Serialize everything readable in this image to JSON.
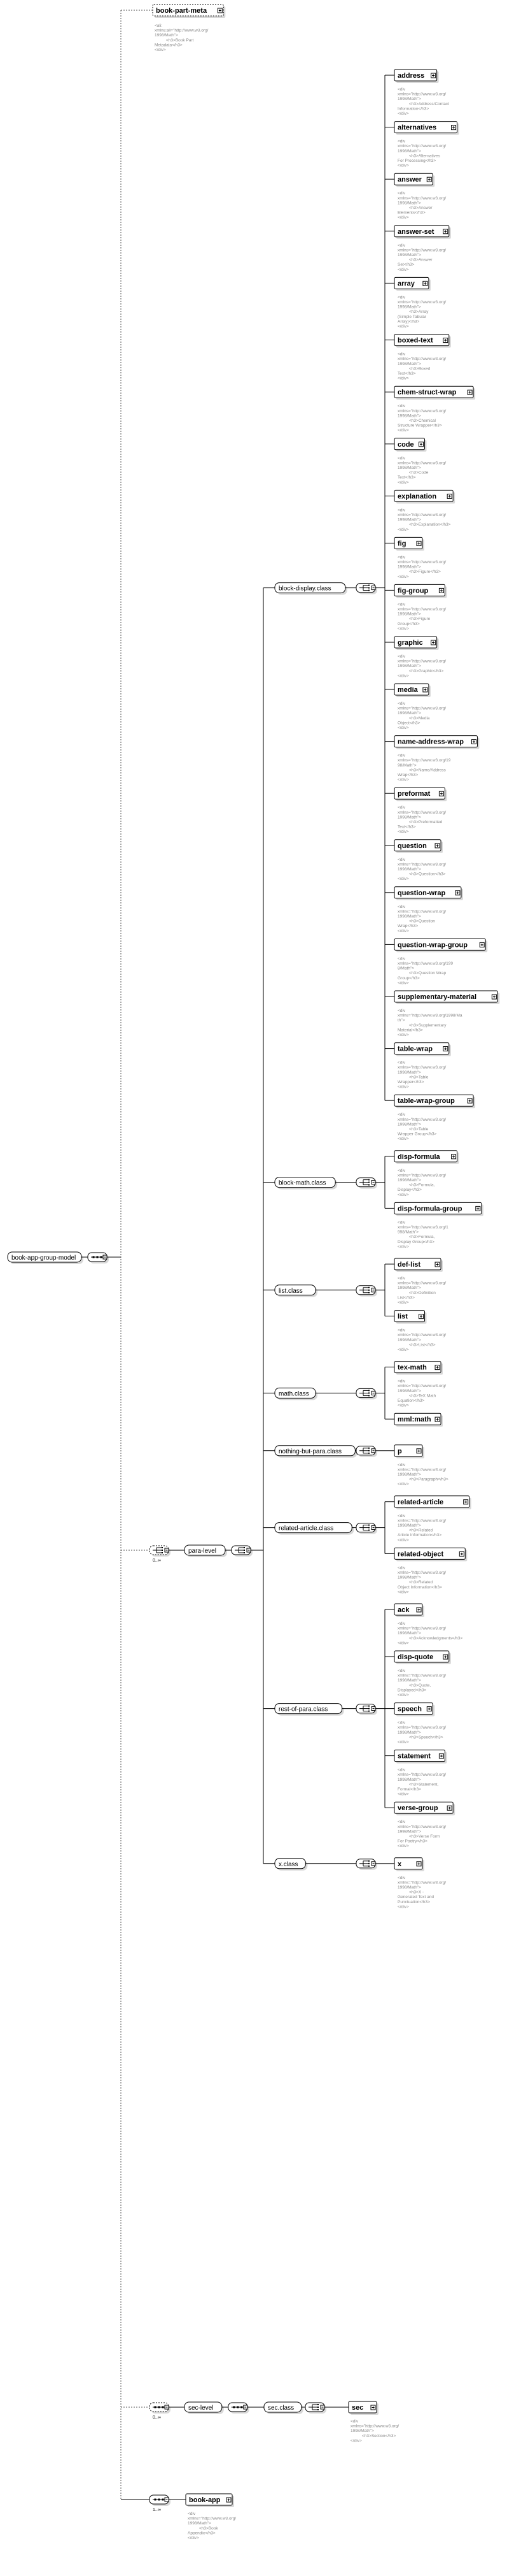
{
  "root": {
    "label": "book-app-group-model",
    "seq": "seq"
  },
  "top_elements": [
    {
      "label": "book-part-meta",
      "doc": [
        "<ali:",
        "xmlns:ali=\"http://www.w3.org/",
        "1998/Math\">",
        "        <h3>Book Part",
        "Metadata</h3>",
        "</div>"
      ]
    }
  ],
  "para_level": {
    "label": "para-level",
    "occurrence": "0..∞",
    "groups": [
      {
        "label": "block-display.class",
        "elements": [
          {
            "label": "address",
            "doc": [
              "<div",
              "xmlns=\"http://www.w3.org/",
              "1998/Math\">",
              "        <h3>Address/Contact",
              "Information</h3>",
              "</div>"
            ]
          },
          {
            "label": "alternatives",
            "doc": [
              "<div",
              "xmlns=\"http://www.w3.org/",
              "1998/Math\">",
              "        <h3>Alternatives",
              "For Processing</h3>",
              "</div>"
            ]
          },
          {
            "label": "answer",
            "doc": [
              "<div",
              "xmlns=\"http://www.w3.org/",
              "1998/Math\">",
              "        <h3>Answer",
              "Elements</h3>",
              "</div>"
            ]
          },
          {
            "label": "answer-set",
            "doc": [
              "<div",
              "xmlns=\"http://www.w3.org/",
              "1998/Math\">",
              "        <h3>Answer",
              "Set</h3>",
              "</div>"
            ]
          },
          {
            "label": "array",
            "doc": [
              "<div",
              "xmlns=\"http://www.w3.org/",
              "1998/Math\">",
              "        <h3>Array",
              "(Simple Tabular",
              "Array)</h3>",
              "</div>"
            ]
          },
          {
            "label": "boxed-text",
            "doc": [
              "<div",
              "xmlns=\"http://www.w3.org/",
              "1998/Math\">",
              "        <h3>Boxed",
              "Text</h3>",
              "</div>"
            ]
          },
          {
            "label": "chem-struct-wrap",
            "doc": [
              "<div",
              "xmlns=\"http://www.w3.org/",
              "1998/Math\">",
              "        <h3>Chemical",
              "Structure Wrapper</h3>",
              "</div>"
            ]
          },
          {
            "label": "code",
            "doc": [
              "<div",
              "xmlns=\"http://www.w3.org/",
              "1998/Math\">",
              "        <h3>Code",
              "Text</h3>",
              "</div>"
            ]
          },
          {
            "label": "explanation",
            "doc": [
              "<div",
              "xmlns=\"http://www.w3.org/",
              "1998/Math\">",
              "        <h3>Explanation</h3>",
              "</div>"
            ]
          },
          {
            "label": "fig",
            "doc": [
              "<div",
              "xmlns=\"http://www.w3.org/",
              "1998/Math\">",
              "        <h3>Figure</h3>",
              "</div>"
            ]
          },
          {
            "label": "fig-group",
            "doc": [
              "<div",
              "xmlns=\"http://www.w3.org/",
              "1998/Math\">",
              "        <h3>Figure",
              "Group</h3>",
              "</div>"
            ]
          },
          {
            "label": "graphic",
            "doc": [
              "<div",
              "xmlns=\"http://www.w3.org/",
              "1998/Math\">",
              "        <h3>Graphic</h3>",
              "</div>"
            ]
          },
          {
            "label": "media",
            "doc": [
              "<div",
              "xmlns=\"http://www.w3.org/",
              "1998/Math\">",
              "        <h3>Media",
              "Object</h3>",
              "</div>"
            ]
          },
          {
            "label": "name-address-wrap",
            "doc": [
              "<div",
              "xmlns=\"http://www.w3.org/19",
              "98/Math\">",
              "        <h3>Name/Address",
              "Wrap</h3>",
              "</div>"
            ]
          },
          {
            "label": "preformat",
            "doc": [
              "<div",
              "xmlns=\"http://www.w3.org/",
              "1998/Math\">",
              "        <h3>Preformatted",
              "Text</h3>",
              "</div>"
            ]
          },
          {
            "label": "question",
            "doc": [
              "<div",
              "xmlns=\"http://www.w3.org/",
              "1998/Math\">",
              "        <h3>Question</h3>",
              "</div>"
            ]
          },
          {
            "label": "question-wrap",
            "doc": [
              "<div",
              "xmlns=\"http://www.w3.org/",
              "1998/Math\">",
              "        <h3>Question",
              "Wrap</h3>",
              "</div>"
            ]
          },
          {
            "label": "question-wrap-group",
            "doc": [
              "<div",
              "xmlns=\"http://www.w3.org/199",
              "8/Math\">",
              "        <h3>Question Wrap",
              "Group</h3>",
              "</div>"
            ]
          },
          {
            "label": "supplementary-material",
            "doc": [
              "<div",
              "xmlns=\"http://www.w3.org/1998/Ma",
              "th\">",
              "        <h3>Supplementary",
              "Material</h3>",
              "</div>"
            ]
          },
          {
            "label": "table-wrap",
            "doc": [
              "<div",
              "xmlns=\"http://www.w3.org/",
              "1998/Math\">",
              "        <h3>Table",
              "Wrapper</h3>",
              "</div>"
            ]
          },
          {
            "label": "table-wrap-group",
            "doc": [
              "<div",
              "xmlns=\"http://www.w3.org/",
              "1998/Math\">",
              "        <h3>Table",
              "Wrapper Group</h3>",
              "</div>"
            ]
          }
        ]
      },
      {
        "label": "block-math.class",
        "elements": [
          {
            "label": "disp-formula",
            "doc": [
              "<div",
              "xmlns=\"http://www.w3.org/",
              "1998/Math\">",
              "        <h3>Formula,",
              "Display</h3>",
              "</div>"
            ]
          },
          {
            "label": "disp-formula-group",
            "doc": [
              "<div",
              "xmlns=\"http://www.w3.org/1",
              "998/Math\">",
              "        <h3>Formula,",
              "Display Group</h3>",
              "</div>"
            ]
          }
        ]
      },
      {
        "label": "list.class",
        "elements": [
          {
            "label": "def-list",
            "doc": [
              "<div",
              "xmlns=\"http://www.w3.org/",
              "1998/Math\">",
              "        <h3>Definition",
              "List</h3>",
              "</div>"
            ]
          },
          {
            "label": "list",
            "doc": [
              "<div",
              "xmlns=\"http://www.w3.org/",
              "1998/Math\">",
              "        <h3>List</h3>",
              "</div>"
            ]
          }
        ]
      },
      {
        "label": "math.class",
        "elements": [
          {
            "label": "tex-math",
            "doc": [
              "<div",
              "xmlns=\"http://www.w3.org/",
              "1998/Math\">",
              "        <h3>TeX Math",
              "Equation</h3>",
              "</div>"
            ]
          },
          {
            "label": "mml:math",
            "doc": []
          }
        ]
      },
      {
        "label": "nothing-but-para.class",
        "elements": [
          {
            "label": "p",
            "doc": [
              "<div",
              "xmlns=\"http://www.w3.org/",
              "1998/Math\">",
              "        <h3>Paragraph</h3>",
              "</div>"
            ]
          }
        ]
      },
      {
        "label": "related-article.class",
        "elements": [
          {
            "label": "related-article",
            "doc": [
              "<div",
              "xmlns=\"http://www.w3.org/",
              "1998/Math\">",
              "        <h3>Related",
              "Article Information</h3>",
              "</div>"
            ]
          },
          {
            "label": "related-object",
            "doc": [
              "<div",
              "xmlns=\"http://www.w3.org/",
              "1998/Math\">",
              "        <h3>Related",
              "Object Information</h3>",
              "</div>"
            ]
          }
        ]
      },
      {
        "label": "rest-of-para.class",
        "elements": [
          {
            "label": "ack",
            "doc": [
              "<div",
              "xmlns=\"http://www.w3.org/",
              "1998/Math\">",
              "        <h3>Acknowledgments</h3>",
              "</div>"
            ]
          },
          {
            "label": "disp-quote",
            "doc": [
              "<div",
              "xmlns=\"http://www.w3.org/",
              "1998/Math\">",
              "        <h3>Quote,",
              "Displayed</h3>",
              "</div>"
            ]
          },
          {
            "label": "speech",
            "doc": [
              "<div",
              "xmlns=\"http://www.w3.org/",
              "1998/Math\">",
              "        <h3>Speech</h3>",
              "</div>"
            ]
          },
          {
            "label": "statement",
            "doc": [
              "<div",
              "xmlns=\"http://www.w3.org/",
              "1998/Math\">",
              "        <h3>Statement,",
              "Formal</h3>",
              "</div>"
            ]
          },
          {
            "label": "verse-group",
            "doc": [
              "<div",
              "xmlns=\"http://www.w3.org/",
              "1998/Math\">",
              "        <h3>Verse Form",
              "For Poetry</h3>",
              "</div>"
            ]
          }
        ]
      },
      {
        "label": "x.class",
        "elements": [
          {
            "label": "x",
            "doc": [
              "<div",
              "xmlns=\"http://www.w3.org/",
              "1998/Math\">",
              "        <h3>X -",
              "Generated Text and",
              "Punctuation</h3>",
              "</div>"
            ]
          }
        ]
      }
    ]
  },
  "sec_level": {
    "label": "sec-level",
    "occurrence": "0..∞",
    "group": "sec.class",
    "element": {
      "label": "sec",
      "doc": [
        "<div",
        "xmlns=\"http://www.w3.org/",
        "1998/Math\">",
        "        <h3>Section</h3>",
        "</div>"
      ]
    }
  },
  "book_app": {
    "occurrence": "1..∞",
    "element": {
      "label": "book-app",
      "doc": [
        "<div",
        "xmlns=\"http://www.w3.org/",
        "1998/Math\">",
        "        <h3>Book",
        "Appendix</h3>",
        "</div>"
      ]
    }
  },
  "colors": {
    "line": "#000000",
    "doc_text": "#888888",
    "box_fill": "#ffffff"
  }
}
